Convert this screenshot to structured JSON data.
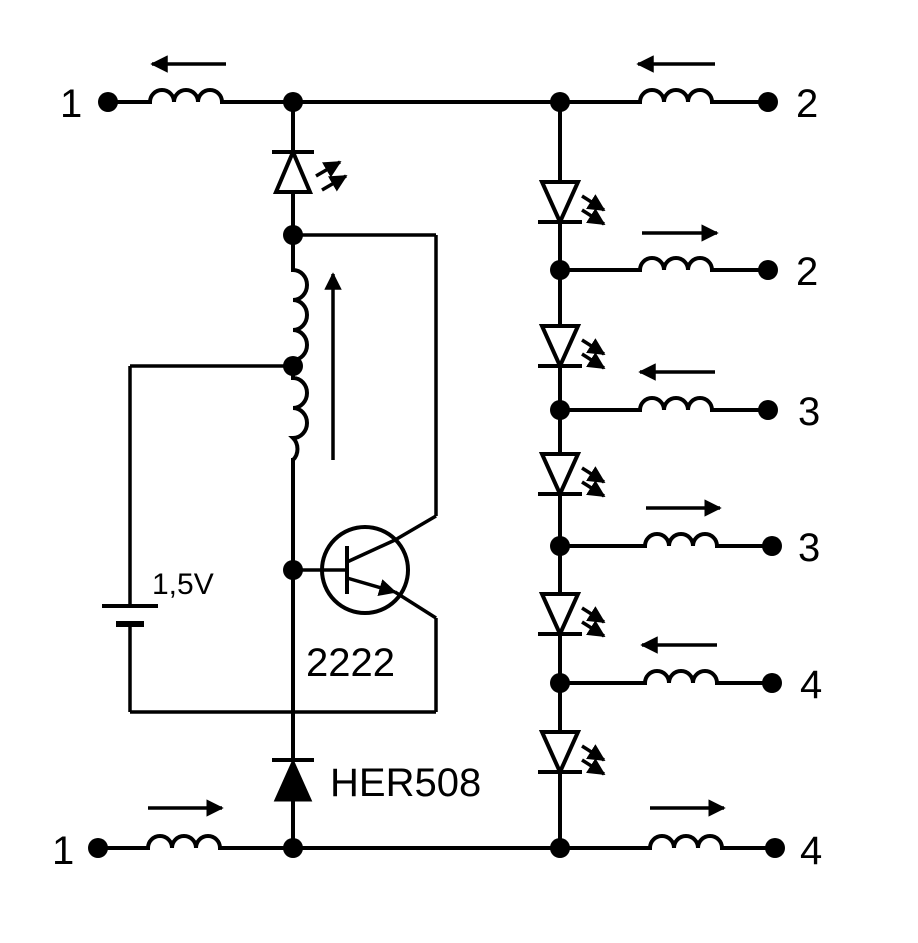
{
  "terminals": {
    "left_top": "1",
    "left_bottom": "1",
    "right": [
      "2",
      "2",
      "3",
      "3",
      "4",
      "4"
    ]
  },
  "components": {
    "battery_label": "1,5V",
    "transistor_label": "2222",
    "diode_label": "HER508"
  },
  "colors": {
    "ink": "#000000",
    "background": "#ffffff"
  },
  "icons": [
    "coil-icon",
    "led-icon",
    "diode-icon",
    "transistor-icon",
    "battery-icon",
    "arrow-icon"
  ]
}
